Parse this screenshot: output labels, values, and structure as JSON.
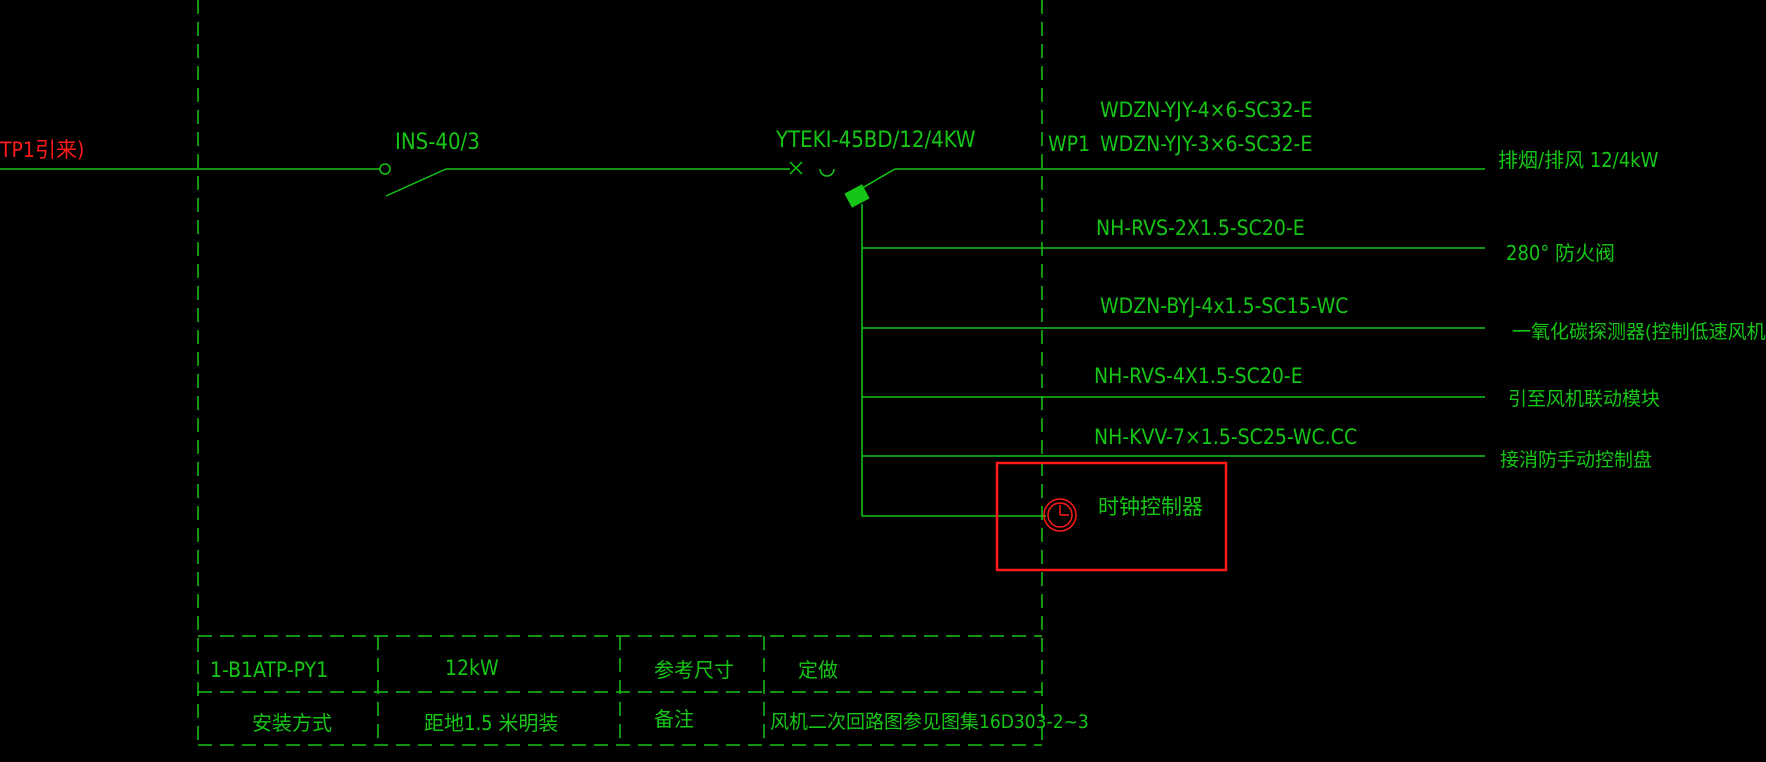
{
  "colors": {
    "background": "#000000",
    "line": "#16c616",
    "incoming_label": "#ff1a1a",
    "highlight": "#ff1a1a"
  },
  "incoming": {
    "label": "TP1引来)"
  },
  "switch": {
    "label": "INS-40/3"
  },
  "breaker": {
    "label": "YTEKI-45BD/12/4KW"
  },
  "circuit": {
    "id": "WP1"
  },
  "main_feed": {
    "cable_top": "WDZN-YJY-4×6-SC32-E",
    "cable_bottom": "WDZN-YJY-3×6-SC32-E",
    "load": "排烟/排风 12/4kW"
  },
  "branches": [
    {
      "cable": "NH-RVS-2X1.5-SC20-E",
      "load": "280° 防火阀"
    },
    {
      "cable": "WDZN-BYJ-4x1.5-SC15-WC",
      "load": "一氧化碳探测器(控制低速风机)"
    },
    {
      "cable": "NH-RVS-4X1.5-SC20-E",
      "load": "引至风机联动模块"
    },
    {
      "cable": "NH-KVV-7×1.5-SC25-WC.CC",
      "load": "接消防手动控制盘"
    }
  ],
  "timer": {
    "label": "时钟控制器",
    "icon": "clock-icon"
  },
  "title_block": {
    "panel_id": "1-B1ATP-PY1",
    "power": "12kW",
    "size_label": "参考尺寸",
    "size_value": "定做",
    "install_label": "安装方式",
    "install_value": "距地1.5 米明装",
    "note_label": "备注",
    "note_value": "风机二次回路图参见图集16D303-2~3"
  }
}
